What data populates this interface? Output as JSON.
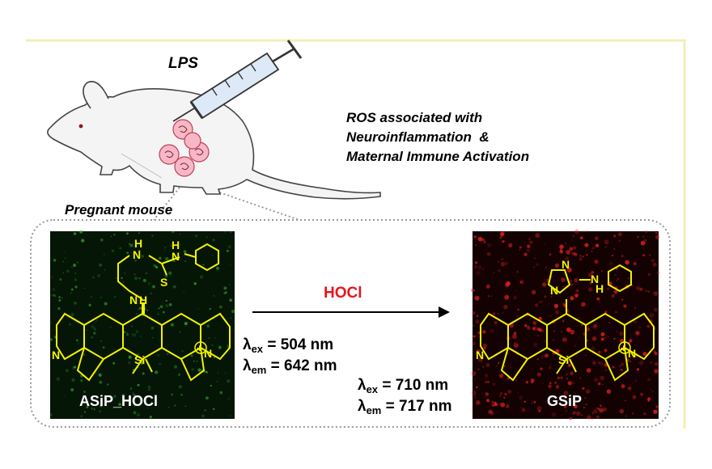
{
  "labels": {
    "injection": "LPS",
    "ros_line1": "ROS associated with",
    "ros_line2": "Neuroinflammation  &",
    "ros_line3": "Maternal Immune Activation",
    "subject": "Pregnant mouse",
    "reagent": "HOCl",
    "probe_name": "ASiP_HOCl",
    "product_name": "GSiP"
  },
  "probe_spectra": {
    "ex_symbol": "λ",
    "ex_sub": "ex",
    "ex_value": "= 504 nm",
    "em_symbol": "λ",
    "em_sub": "em",
    "em_value": "= 642 nm"
  },
  "product_spectra": {
    "ex_symbol": "λ",
    "ex_sub": "ex",
    "ex_value": "= 710 nm",
    "em_symbol": "λ",
    "em_sub": "em",
    "em_value": "= 717 nm"
  },
  "structure_atoms": {
    "nh": "H",
    "n": "N",
    "s": "S",
    "si": "Si",
    "plus": "+"
  },
  "colors": {
    "frame_line": "#f2efb8",
    "dotted_border": "#999999",
    "reagent": "#e8141c",
    "structure": "#f2f200",
    "probe_image_bg": "#061606",
    "probe_speckle": "#3fbf3f",
    "product_image_bg": "#140202",
    "product_speckle": "#e02020"
  }
}
